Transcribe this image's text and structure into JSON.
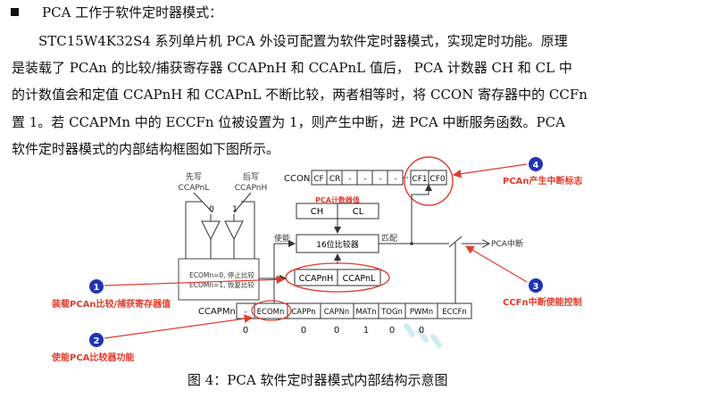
{
  "heading": {
    "text": "PCA 工作于软件定时器模式："
  },
  "paragraph": [
    "STC15W4K32S4 系列单片机 PCA 外设可配置为软件定时器模式，实现定时功能。原理",
    "是装载了 PCAn 的比较/捕获寄存器 CCAPnH 和 CCAPnL 值后，  PCA 计数器 CH 和 CL 中",
    "的计数值会和定值 CCAPnH 和 CCAPnL 不断比较，两者相等时，将 CCON 寄存器中的 CCFn",
    "置 1。若 CCAPMn 中的 ECCFn 位被设置为 1，则产生中断，进 PCA 中断服务函数。PCA",
    "软件定时器模式的内部结构框图如下图所示。"
  ],
  "diagram": {
    "write_first": "先写",
    "write_first_reg": "CCAPnL",
    "write_after": "后写",
    "write_after_reg": "CCAPnH",
    "mux_in_0": "0",
    "mux_in_1": "1",
    "ccon_label": "CCON",
    "ccon_bits": [
      "CF",
      "CR",
      "-",
      "-",
      "-",
      "-",
      "CF1",
      "CF0"
    ],
    "pca_counter_label": "PCA计数器值",
    "ch": "CH",
    "cl": "CL",
    "enable": "使能",
    "comparator": "16位比较器",
    "match": "匹配",
    "pca_interrupt": "PCA中断",
    "ecom_note_0": "ECOMn=0, 停止比较",
    "ecom_note_1": "ECOMn=1, 恢复比较",
    "ccapnh": "CCAPnH",
    "ccapnl": "CCAPnL",
    "ccapmn_label": "CCAPMn",
    "ccapmn_bits": [
      "-",
      "ECOMn",
      "CAPPn",
      "CAPNn",
      "MATn",
      "TOGn",
      "PWMn",
      "ECCFn"
    ],
    "ccapmn_values": [
      "0",
      "0",
      "0",
      "1",
      "0",
      "0"
    ],
    "ann1_num": "1",
    "ann1_text": "装载PCAn比较/捕获寄存器值",
    "ann2_num": "2",
    "ann2_text": "使能PCA比较器功能",
    "ann3_num": "3",
    "ann3_text": "CCFn中断使能控制",
    "ann4_num": "4",
    "ann4_text": "PCAn产生中断标志"
  },
  "caption": "图 4：PCA 软件定时器模式内部结构示意图",
  "colors": {
    "annotation_red": "#e23b2c",
    "badge_blue": "#2034b5",
    "line": "#333333"
  }
}
